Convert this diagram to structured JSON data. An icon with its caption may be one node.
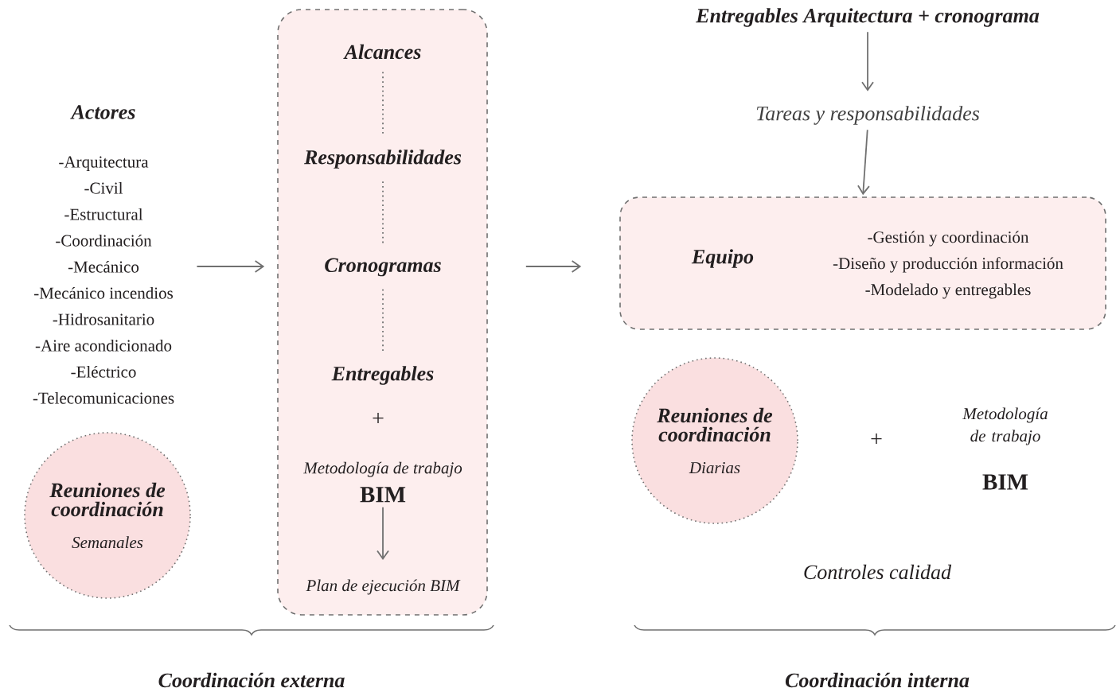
{
  "diagram": {
    "nodes": [
      {
        "text": [
          "Actores",
          "-Arquitectura",
          "-Civil",
          "-Estructural",
          "-Coordinación",
          "-Mecánico",
          "-Mecánico incendios",
          "-Hidrosanitario",
          "-Aire acondicionado",
          "-Eléctrico",
          "-Telecomunicaciones"
        ]
      },
      {
        "text": [],
        "shape": "box"
      },
      {
        "text": [
          "Alcances"
        ],
        "in": 1
      },
      {
        "text": [
          "Responsabilidades"
        ],
        "in": 1
      },
      {
        "text": [
          "Cronogramas"
        ],
        "in": 1
      },
      {
        "text": [
          "Entregables"
        ],
        "in": 1
      },
      {
        "text": [
          "Metodología de trabajo",
          "BIM"
        ],
        "in": 1
      },
      {
        "text": [
          "Plan de ejecución BIM"
        ],
        "in": 1
      },
      {
        "text": [
          "Reuniones de coordinación",
          "Semanales"
        ]
      },
      {
        "text": [
          "Entregables Arquitectura + cronograma"
        ]
      },
      {
        "text": [
          "Tareas y responsabilidades"
        ]
      },
      {
        "text": [
          "Equipo",
          "-Gestión y coordinación",
          "-Diseño y producción información",
          "-Modelado y entregables"
        ]
      },
      {
        "text": [
          "Reuniones de coordinación",
          "Diarias"
        ]
      }
    ],
    "edges": [
      {
        "from": 0,
        "to": 1,
        "arrow": "to"
      },
      {
        "from": 2,
        "to": 3,
        "arrow": "none",
        "style": "dashed"
      },
      {
        "from": 3,
        "to": 4,
        "arrow": "none",
        "style": "dashed"
      },
      {
        "from": 4,
        "to": 5,
        "arrow": "none",
        "style": "dashed"
      },
      {
        "from": 6,
        "to": 7,
        "arrow": "to"
      },
      {
        "from": 1,
        "to": 11,
        "arrow": "to"
      },
      {
        "from": 9,
        "to": 10,
        "arrow": "to"
      },
      {
        "from": 10,
        "to": 11,
        "arrow": "to"
      }
    ],
    "labels": [
      "+",
      "+",
      "Metodología de trabajo",
      "BIM",
      "Controles calidad",
      "Coordinación externa",
      "Coordinación interna"
    ]
  }
}
